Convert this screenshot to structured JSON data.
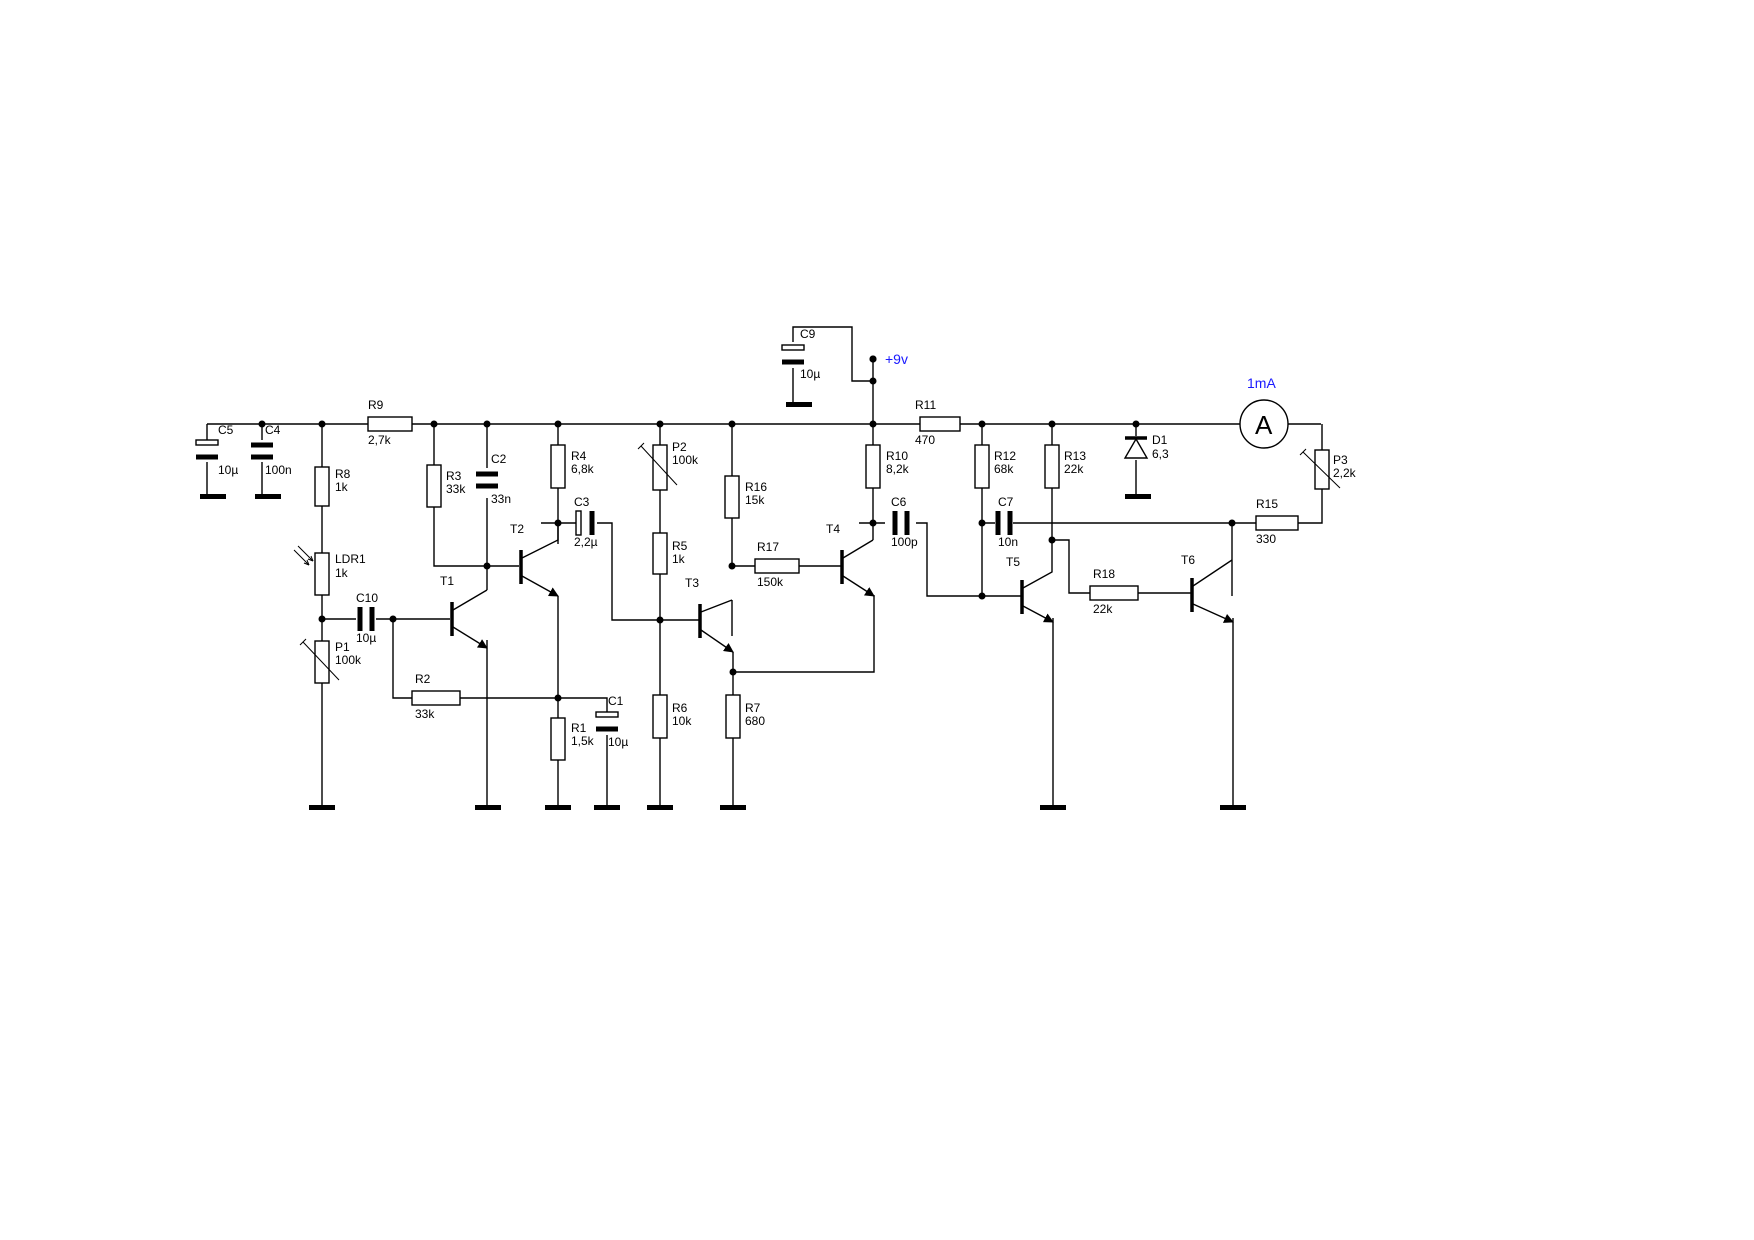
{
  "supply": {
    "label": "+9v",
    "color": "#1a1aff"
  },
  "meter": {
    "label": "1mA",
    "symbol": "A",
    "color": "#1a1aff"
  },
  "components": {
    "C1": {
      "ref": "C1",
      "value": "10µ"
    },
    "C2": {
      "ref": "C2",
      "value": "33n"
    },
    "C3": {
      "ref": "C3",
      "value": "2,2µ"
    },
    "C4": {
      "ref": "C4",
      "value": "100n"
    },
    "C5": {
      "ref": "C5",
      "value": "10µ"
    },
    "C6": {
      "ref": "C6",
      "value": "100p"
    },
    "C7": {
      "ref": "C7",
      "value": "10n"
    },
    "C9": {
      "ref": "C9",
      "value": "10µ"
    },
    "C10": {
      "ref": "C10",
      "value": "10µ"
    },
    "R1": {
      "ref": "R1",
      "value": "1,5k"
    },
    "R2": {
      "ref": "R2",
      "value": "33k"
    },
    "R3": {
      "ref": "R3",
      "value": "33k"
    },
    "R4": {
      "ref": "R4",
      "value": "6,8k"
    },
    "R5": {
      "ref": "R5",
      "value": "1k"
    },
    "R6": {
      "ref": "R6",
      "value": "10k"
    },
    "R7": {
      "ref": "R7",
      "value": "680"
    },
    "R8": {
      "ref": "R8",
      "value": "1k"
    },
    "R9": {
      "ref": "R9",
      "value": "2,7k"
    },
    "R10": {
      "ref": "R10",
      "value": "8,2k"
    },
    "R11": {
      "ref": "R11",
      "value": "470"
    },
    "R12": {
      "ref": "R12",
      "value": "68k"
    },
    "R13": {
      "ref": "R13",
      "value": "22k"
    },
    "R15": {
      "ref": "R15",
      "value": "330"
    },
    "R16": {
      "ref": "R16",
      "value": "15k"
    },
    "R17": {
      "ref": "R17",
      "value": "150k"
    },
    "R18": {
      "ref": "R18",
      "value": "22k"
    },
    "P1": {
      "ref": "P1",
      "value": "100k"
    },
    "P2": {
      "ref": "P2",
      "value": "100k"
    },
    "P3": {
      "ref": "P3",
      "value": "2,2k"
    },
    "LDR1": {
      "ref": "LDR1",
      "value": "1k"
    },
    "D1": {
      "ref": "D1",
      "value": "6,3"
    },
    "T1": {
      "ref": "T1"
    },
    "T2": {
      "ref": "T2"
    },
    "T3": {
      "ref": "T3"
    },
    "T4": {
      "ref": "T4"
    },
    "T5": {
      "ref": "T5"
    },
    "T6": {
      "ref": "T6"
    }
  }
}
